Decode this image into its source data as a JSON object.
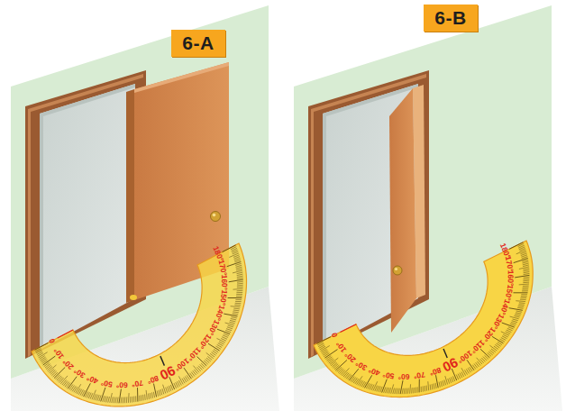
{
  "diagram": {
    "nodes": [
      {
        "text": [
          "6-A"
        ]
      },
      {
        "text": [
          "6-B"
        ]
      }
    ],
    "labels": [
      "0",
      "10°",
      "20°",
      "30°",
      "40°",
      "50°",
      "60°",
      "70°",
      "80°",
      "90",
      "100°",
      "110°",
      "120°",
      "130°",
      "140°",
      "150°",
      "160°",
      "170°",
      "180°",
      "0",
      "10°",
      "20°",
      "30°",
      "40°",
      "50°",
      "60°",
      "70°",
      "80°",
      "90",
      "100°",
      "110°",
      "120°",
      "130°",
      "140°",
      "150°",
      "160°",
      "170°",
      "180°"
    ]
  }
}
